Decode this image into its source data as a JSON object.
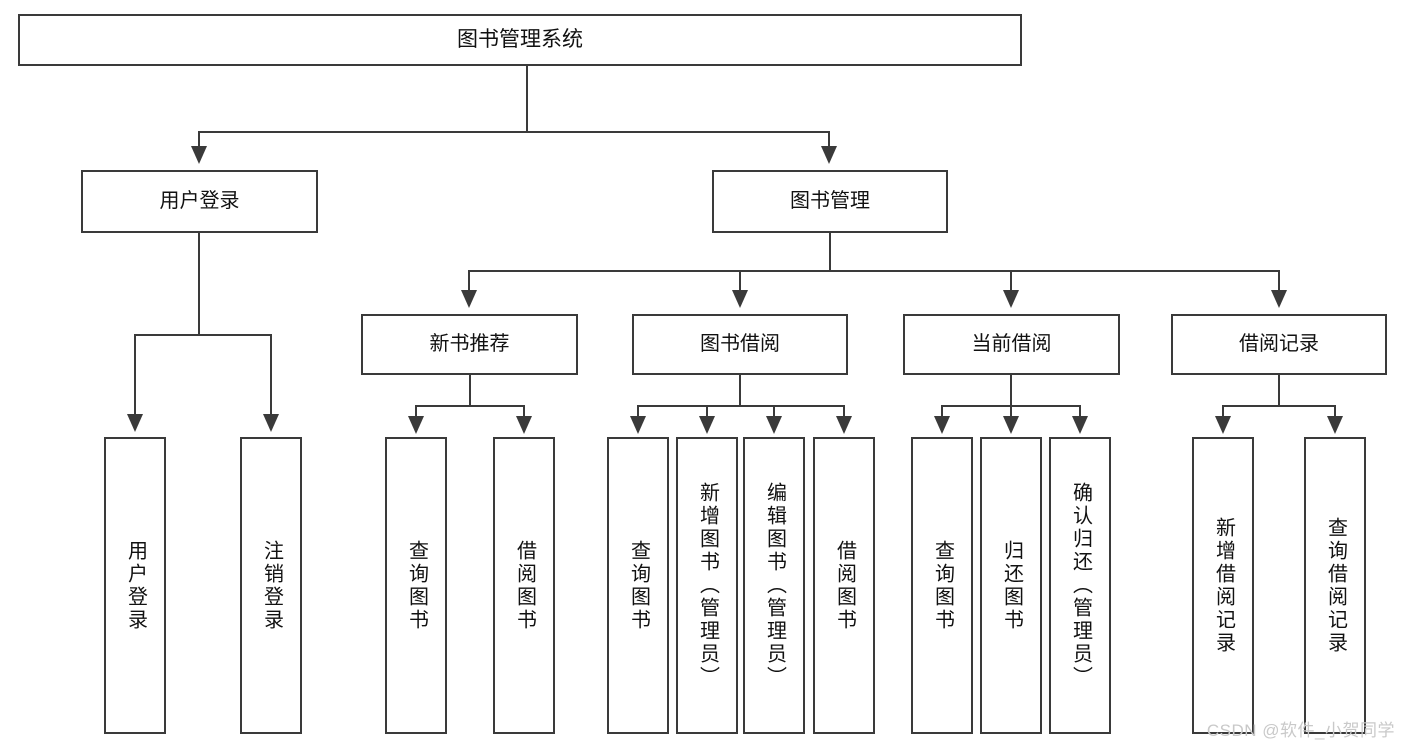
{
  "diagram": {
    "type": "tree-hierarchy",
    "title": "图书管理系统",
    "root": {
      "label": "图书管理系统"
    },
    "level2": [
      {
        "id": "user-login",
        "label": "用户登录"
      },
      {
        "id": "book-manage",
        "label": "图书管理"
      }
    ],
    "level3": [
      {
        "id": "new-book-recommend",
        "label": "新书推荐"
      },
      {
        "id": "book-borrow",
        "label": "图书借阅"
      },
      {
        "id": "current-borrow",
        "label": "当前借阅"
      },
      {
        "id": "borrow-record",
        "label": "借阅记录"
      }
    ],
    "leaves": [
      {
        "id": "leaf-user-login",
        "label": "用户登录",
        "parent": "user-login"
      },
      {
        "id": "leaf-user-logout",
        "label": "注销登录",
        "parent": "user-login"
      },
      {
        "id": "leaf-query-book-1",
        "label": "查询图书",
        "parent": "new-book-recommend"
      },
      {
        "id": "leaf-borrow-book-1",
        "label": "借阅图书",
        "parent": "new-book-recommend"
      },
      {
        "id": "leaf-query-book-2",
        "label": "查询图书",
        "parent": "book-borrow"
      },
      {
        "id": "leaf-add-book",
        "label": "新增图书（管理员）",
        "parent": "book-borrow"
      },
      {
        "id": "leaf-edit-book",
        "label": "编辑图书（管理员）",
        "parent": "book-borrow"
      },
      {
        "id": "leaf-borrow-book-2",
        "label": "借阅图书",
        "parent": "book-borrow"
      },
      {
        "id": "leaf-query-book-3",
        "label": "查询图书",
        "parent": "current-borrow"
      },
      {
        "id": "leaf-return-book",
        "label": "归还图书",
        "parent": "current-borrow"
      },
      {
        "id": "leaf-confirm-return",
        "label": "确认归还（管理员）",
        "parent": "current-borrow"
      },
      {
        "id": "leaf-add-record",
        "label": "新增借阅记录",
        "parent": "borrow-record"
      },
      {
        "id": "leaf-query-record",
        "label": "查询借阅记录",
        "parent": "borrow-record"
      }
    ]
  },
  "watermark": {
    "text": "CSDN @软件_小贺同学"
  },
  "colors": {
    "stroke": "#3a3a3a",
    "background": "#ffffff",
    "text": "#111111",
    "watermark": "#c9c9c9"
  }
}
